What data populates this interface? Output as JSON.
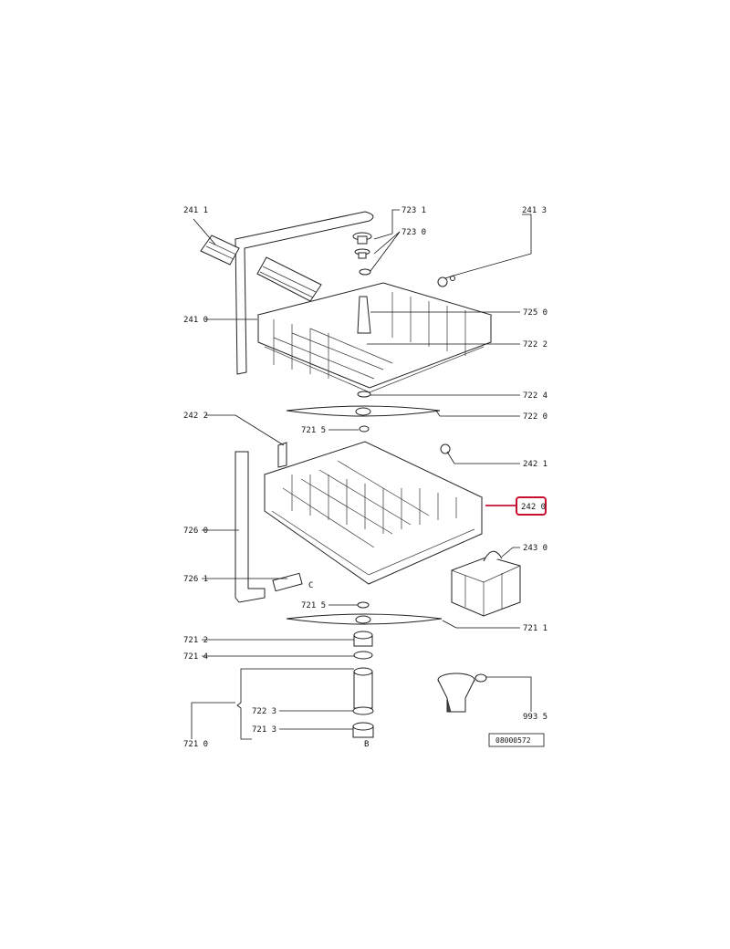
{
  "diagram": {
    "labels": {
      "l2411": "241 1",
      "l7231": "723 1",
      "l2413": "241 3",
      "l7230": "723 0",
      "l2410": "241 0",
      "l7250": "725 0",
      "l7222": "722 2",
      "l7224": "722 4",
      "l7220": "722 0",
      "l2422": "242 2",
      "l7215a": "721 5",
      "l2421": "242 1",
      "l2420": "242 0",
      "l7260": "726 0",
      "l2430": "243 0",
      "l7261": "726 1",
      "lC": "C",
      "l7215b": "721 5",
      "l7211": "721 1",
      "l7212": "721 2",
      "l7214": "721 4",
      "l7223": "722 3",
      "l7213": "721 3",
      "l7210": "721 0",
      "l9935": "993 5",
      "lB": "B"
    },
    "drawing_number": "08000572",
    "highlight_color": "#c8102e"
  }
}
